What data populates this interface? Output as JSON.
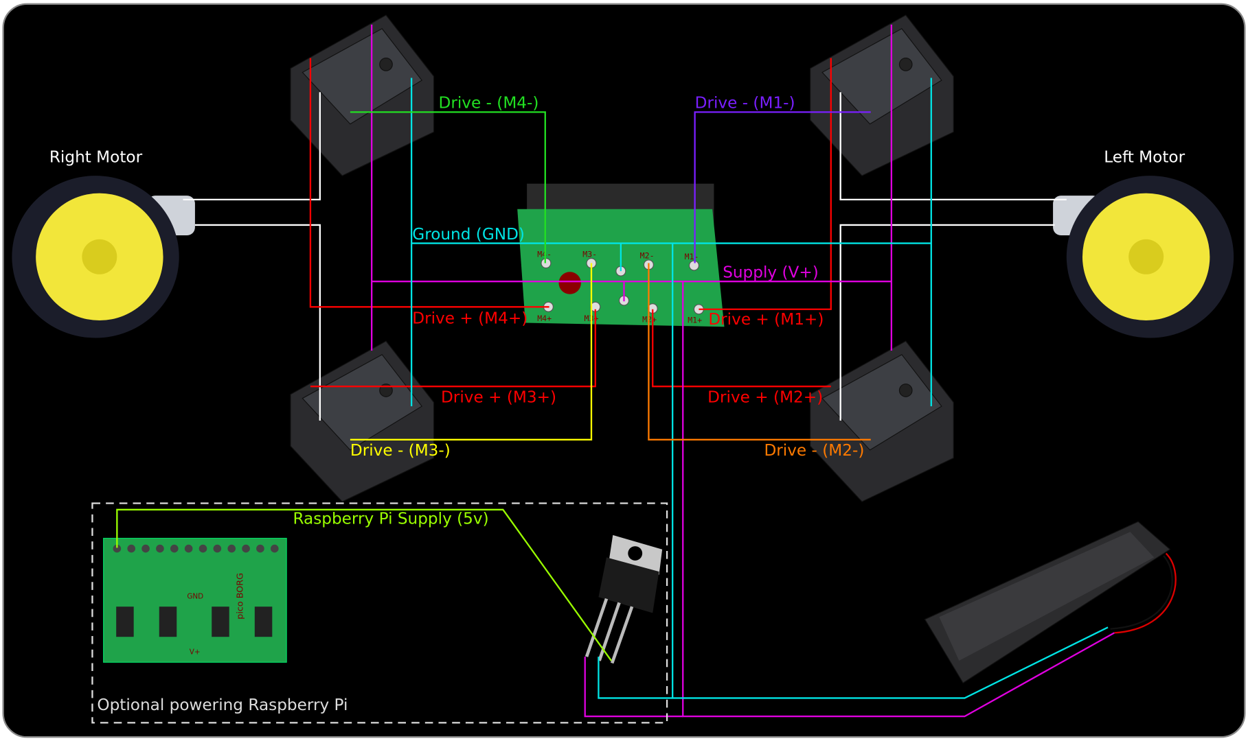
{
  "labels": {
    "right_motor": "Right Motor",
    "left_motor": "Left Motor",
    "drive_m4_minus": "Drive - (M4-)",
    "drive_m1_minus": "Drive - (M1-)",
    "ground": "Ground (GND)",
    "supply": "Supply (V+)",
    "drive_m4_plus": "Drive + (M4+)",
    "drive_m1_plus": "Drive + (M1+)",
    "drive_m3_plus": "Drive + (M3+)",
    "drive_m2_plus": "Drive + (M2+)",
    "drive_m3_minus": "Drive - (M3-)",
    "drive_m2_minus": "Drive - (M2-)",
    "pi_supply": "Raspberry Pi Supply (5v)",
    "optional": "Optional powering Raspberry Pi"
  },
  "board_pins": {
    "top": [
      "M4-",
      "M3-",
      "M2-",
      "M1-"
    ],
    "bottom": [
      "M4+",
      "M3+",
      "M2+",
      "M1+"
    ]
  },
  "board_text": [
    "GND",
    "V+",
    "pico BORG"
  ],
  "colors": {
    "white": "#ffffff",
    "red": "#ff0000",
    "magenta": "#e000e0",
    "cyan": "#00e5e5",
    "green": "#22e022",
    "purple": "#7a1fff",
    "yellow": "#ffff00",
    "orange": "#ff7a00",
    "lime": "#9aff00",
    "pcb": "#1fa34a",
    "wheel": "#f2e63a"
  }
}
